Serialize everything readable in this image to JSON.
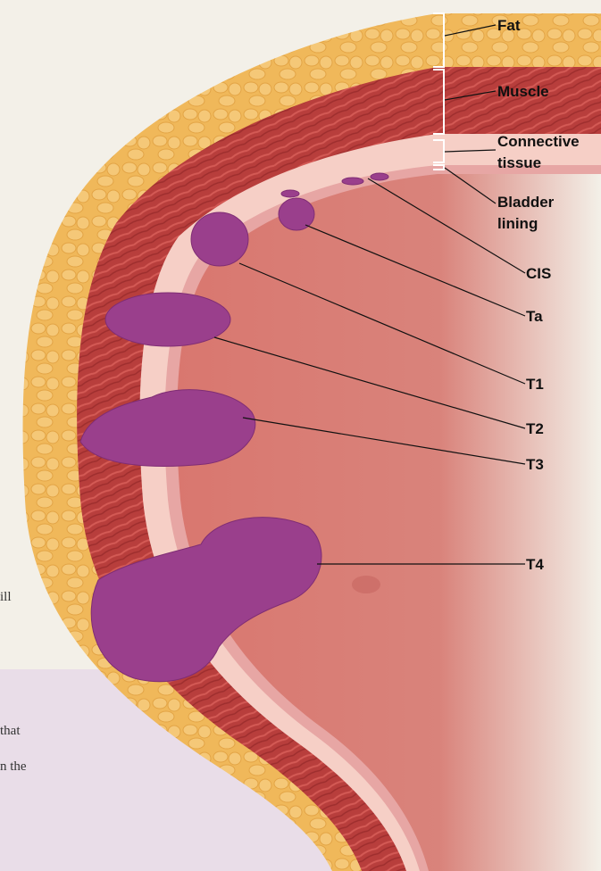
{
  "side_text": {
    "line1": "ill",
    "line2": "that",
    "line3": "n the"
  },
  "layers": {
    "fat": "Fat",
    "muscle": "Muscle",
    "connective_1": "Connective",
    "connective_2": "tissue",
    "lining_1": "Bladder",
    "lining_2": "lining"
  },
  "stages": {
    "cis": "CIS",
    "ta": "Ta",
    "t1": "T1",
    "t2": "T2",
    "t3": "T3",
    "t4": "T4"
  },
  "colors": {
    "fat": "#f0b85a",
    "muscle": "#b83e3c",
    "connective": "#f6cfc6",
    "interior": "#d9776f",
    "tumor": "#9a3f8c"
  }
}
